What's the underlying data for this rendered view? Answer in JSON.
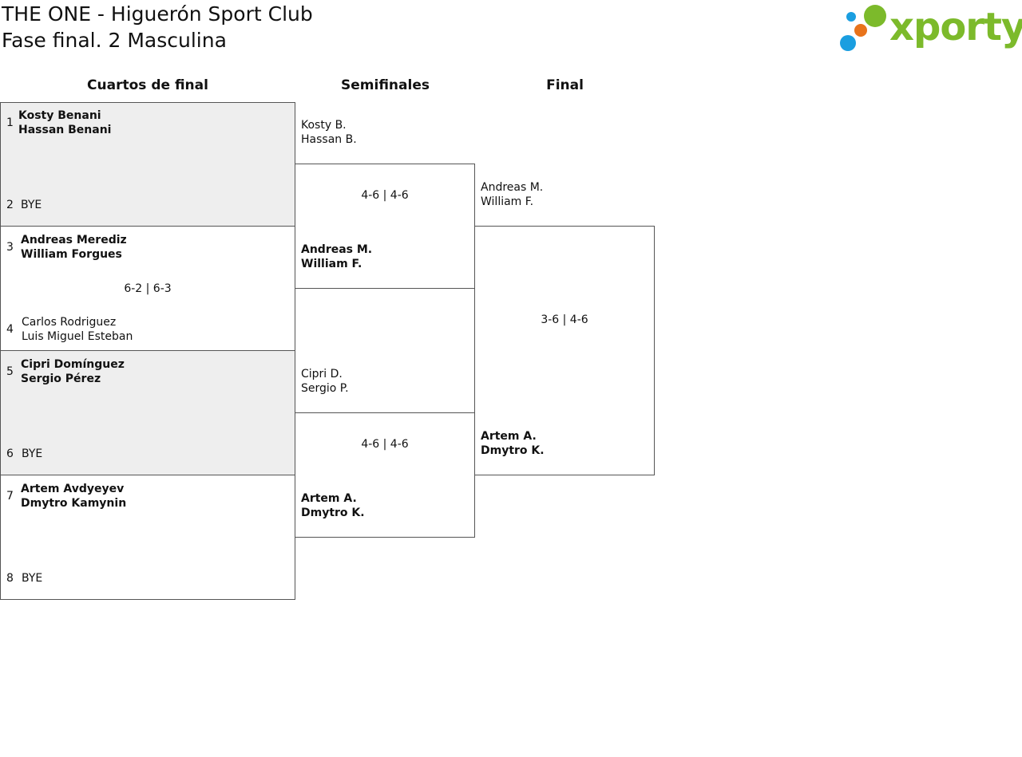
{
  "header": {
    "title_line1": "THE ONE - Higuerón Sport Club",
    "title_line2": "Fase final. 2 Masculina"
  },
  "logo": {
    "text": "xporty",
    "colors": {
      "green": "#7cba2b",
      "orange": "#e8731b",
      "blue": "#1a9ee0"
    }
  },
  "rounds": {
    "quarterfinals": "Cuartos de final",
    "semifinals": "Semifinales",
    "final": "Final"
  },
  "quarterfinals": [
    {
      "seed_a": "1",
      "team_a": [
        "Kosty Benani",
        "Hassan Benani"
      ],
      "seed_b": "2",
      "team_b": [
        "BYE"
      ],
      "score": ""
    },
    {
      "seed_a": "3",
      "team_a": [
        "Andreas Merediz",
        "William Forgues"
      ],
      "seed_b": "4",
      "team_b": [
        "Carlos Rodriguez",
        "Luis Miguel Esteban"
      ],
      "score": "6-2 | 6-3"
    },
    {
      "seed_a": "5",
      "team_a": [
        "Cipri Domínguez",
        "Sergio Pérez"
      ],
      "seed_b": "6",
      "team_b": [
        "BYE"
      ],
      "score": ""
    },
    {
      "seed_a": "7",
      "team_a": [
        "Artem Avdyeyev",
        "Dmytro Kamynin"
      ],
      "seed_b": "8",
      "team_b": [
        "BYE"
      ],
      "score": ""
    }
  ],
  "semifinals": [
    {
      "team_a": [
        "Kosty B.",
        "Hassan B."
      ],
      "team_b": [
        "Andreas M.",
        "William F."
      ],
      "score": "4-6 | 4-6"
    },
    {
      "team_a": [
        "Cipri D.",
        "Sergio P."
      ],
      "team_b": [
        "Artem A.",
        "Dmytro K."
      ],
      "score": "4-6 | 4-6"
    }
  ],
  "final": {
    "team_a": [
      "Andreas M.",
      "William F."
    ],
    "team_b": [
      "Artem A.",
      "Dmytro K."
    ],
    "score": "3-6 | 4-6"
  }
}
